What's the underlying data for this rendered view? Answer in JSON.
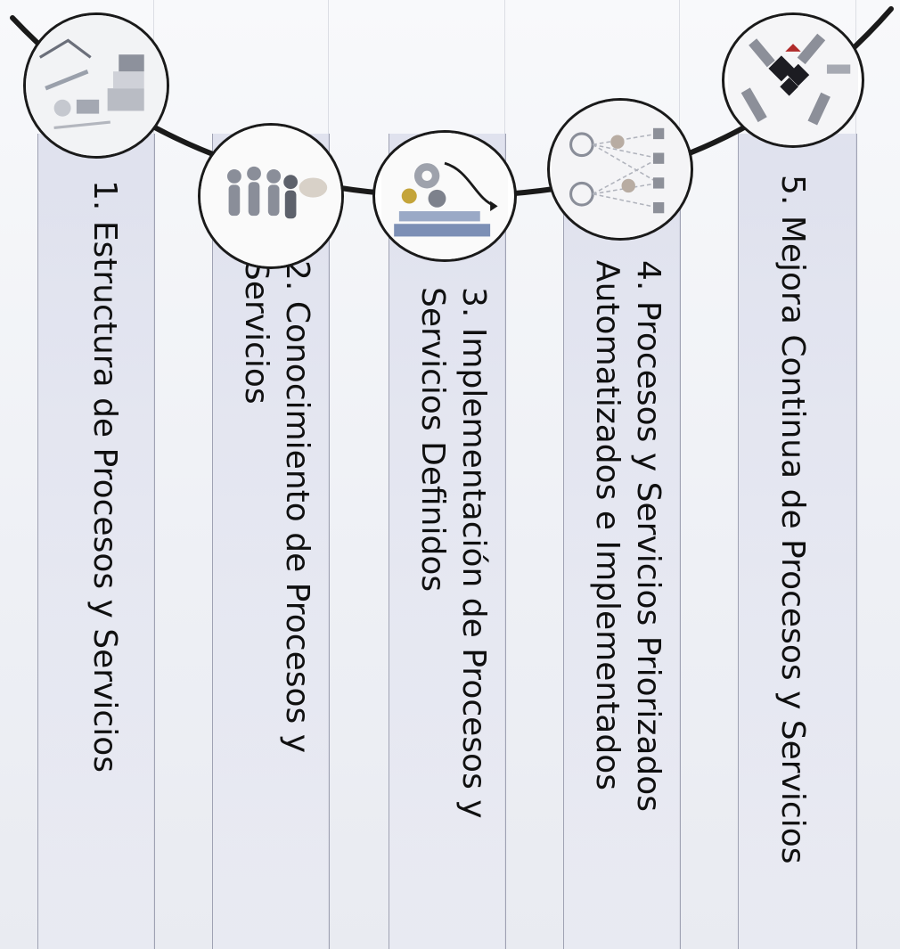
{
  "steps": [
    {
      "number": "1.",
      "lines": [
        "Estructura de Procesos y Servicios"
      ],
      "icon": "process-structure-icon"
    },
    {
      "number": "2.",
      "lines": [
        "Conocimiento de Procesos y",
        "Servicios"
      ],
      "icon": "people-knowledge-icon"
    },
    {
      "number": "3.",
      "lines": [
        "Implementación de Procesos y",
        "Servicios Definidos"
      ],
      "icon": "gear-implementation-icon"
    },
    {
      "number": "4.",
      "lines": [
        "Procesos y Servicios Priorizados",
        "Automatizados e Implementados"
      ],
      "icon": "automation-network-icon"
    },
    {
      "number": "5.",
      "lines": [
        "Mejora Continua de Procesos y Servicios"
      ],
      "icon": "continuous-improvement-icon"
    }
  ],
  "colors": {
    "curve": "#1a1a1a",
    "column_fill": "#d6d8ea",
    "column_border": "#9fa2b3",
    "text": "#101010"
  }
}
